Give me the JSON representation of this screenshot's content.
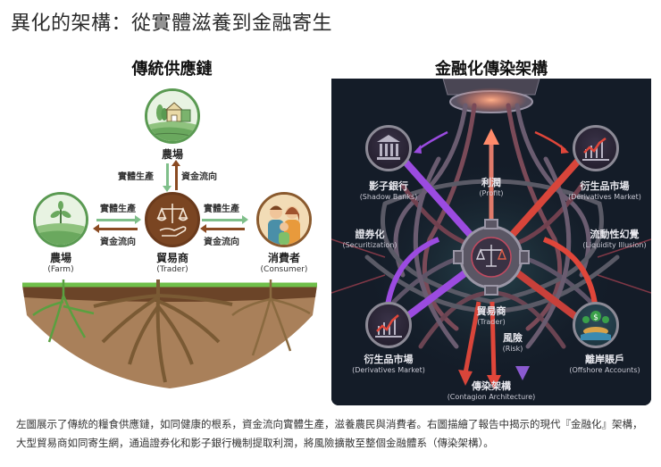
{
  "page": {
    "title": "異化的架構：從實體滋養到金融寄生"
  },
  "left_panel": {
    "title": "傳統供應鏈",
    "nodes": {
      "top_farm": {
        "label_zh": "農場",
        "icon": "barn-farm-icon"
      },
      "left_farm": {
        "label_zh": "農場",
        "label_en": "(Farm)",
        "icon": "sprout-field-icon"
      },
      "trader": {
        "label_zh": "貿易商",
        "label_en": "(Trader)",
        "icon": "scales-hand-icon"
      },
      "consumer": {
        "label_zh": "消費者",
        "label_en": "(Consumer)",
        "icon": "family-icon"
      }
    },
    "flows": {
      "vertical_down": "實體生產",
      "vertical_up": "資金流向",
      "left_right": "實體生產",
      "left_back": "資金流向",
      "right_right": "實體生產",
      "right_back": "資金流向"
    },
    "colors": {
      "physical_flow": "#7fbf8a",
      "money_flow": "#8a4a22",
      "green": "#5a9a52",
      "brown": "#7a4522"
    }
  },
  "right_panel": {
    "title": "金融化傳染架構",
    "nodes": {
      "profit": {
        "label_zh": "利潤",
        "label_en": "(Profit)"
      },
      "shadow_banks": {
        "label_zh": "影子銀行",
        "label_en": "(Shadow Banks)",
        "icon": "bank-icon"
      },
      "derivatives_top": {
        "label_zh": "衍生品市場",
        "label_en": "(Derivatives Market)",
        "icon": "rising-chart-icon"
      },
      "securitization": {
        "label_zh": "證券化",
        "label_en": "(Securitization)"
      },
      "liquidity_illusion": {
        "label_zh": "流動性幻覺",
        "label_en": "(Liquidity Illusion)"
      },
      "trader": {
        "label_zh": "貿易商",
        "label_en": "(Trader)",
        "icon": "scales-gear-icon"
      },
      "derivatives_bottom": {
        "label_zh": "衍生品市場",
        "label_en": "(Derivatives Market)",
        "icon": "rising-chart-icon"
      },
      "offshore": {
        "label_zh": "離岸賬戶",
        "label_en": "(Offshore Accounts)",
        "icon": "island-dollar-icon"
      },
      "risk": {
        "label_zh": "風險",
        "label_en": "(Risk)"
      },
      "contagion": {
        "label_zh": "傳染架構",
        "label_en": "(Contagion Architecture)"
      }
    },
    "colors": {
      "background": "#141c28",
      "purple": "#9b4be0",
      "red": "#e0463a",
      "glow": "#ff8a6a"
    }
  },
  "caption": {
    "text": "左圖展示了傳統的糧食供應鏈，如同健康的根系，資金流向實體生產，滋養農民與消費者。右圖描繪了報告中揭示的現代『金融化』架構，大型貿易商如同寄生網，通過證券化和影子銀行機制提取利潤，將風險擴散至整個金融體系（傳染架構）。"
  }
}
